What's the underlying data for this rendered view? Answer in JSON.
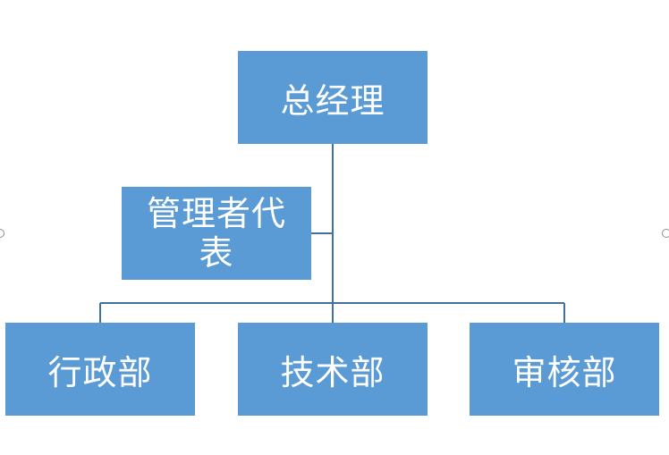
{
  "chart": {
    "root": "总经理",
    "assistant": "管理者代表",
    "children": [
      "行政部",
      "技术部",
      "审核部"
    ]
  },
  "colors": {
    "node_fill": "#5b9bd5",
    "node_text": "#ffffff",
    "connector": "#41719c"
  }
}
